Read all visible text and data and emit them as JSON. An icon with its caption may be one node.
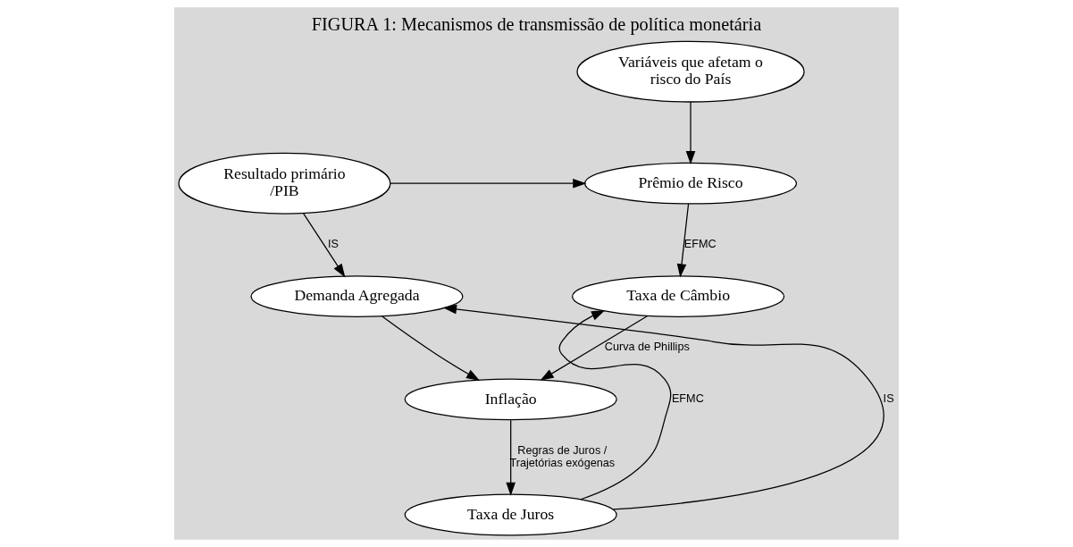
{
  "diagram": {
    "title": "FIGURA 1: Mecanismos de transmissão de política monetária",
    "nodes": [
      {
        "text": [
          "Variáveis que afetam o risco do País"
        ]
      },
      {
        "text": [
          "Prêmio de Risco"
        ]
      },
      {
        "text": [
          "Resultado primário /PIB"
        ]
      },
      {
        "text": [
          "Taxa de Câmbio"
        ]
      },
      {
        "text": [
          "Demanda Agregada"
        ]
      },
      {
        "text": [
          "Inflação"
        ]
      },
      {
        "text": [
          "Taxa de Juros"
        ]
      }
    ],
    "edges": [
      {
        "from": 0,
        "to": 1,
        "arrow": "to"
      },
      {
        "from": 2,
        "to": 1,
        "arrow": "to"
      },
      {
        "from": 1,
        "to": 3,
        "arrow": "to",
        "label": "EFMC"
      },
      {
        "from": 2,
        "to": 4,
        "arrow": "to",
        "label": "IS"
      },
      {
        "from": 3,
        "to": 5,
        "arrow": "to",
        "label": "Curva de Phillips"
      },
      {
        "from": 4,
        "to": 5,
        "arrow": "to"
      },
      {
        "from": 5,
        "to": 6,
        "arrow": "to",
        "label": "Regras de Juros / Trajetórias exógenas"
      },
      {
        "from": 6,
        "to": 3,
        "arrow": "to",
        "label": "EFMC"
      },
      {
        "from": 6,
        "to": 4,
        "arrow": "to",
        "label": "IS"
      }
    ]
  }
}
